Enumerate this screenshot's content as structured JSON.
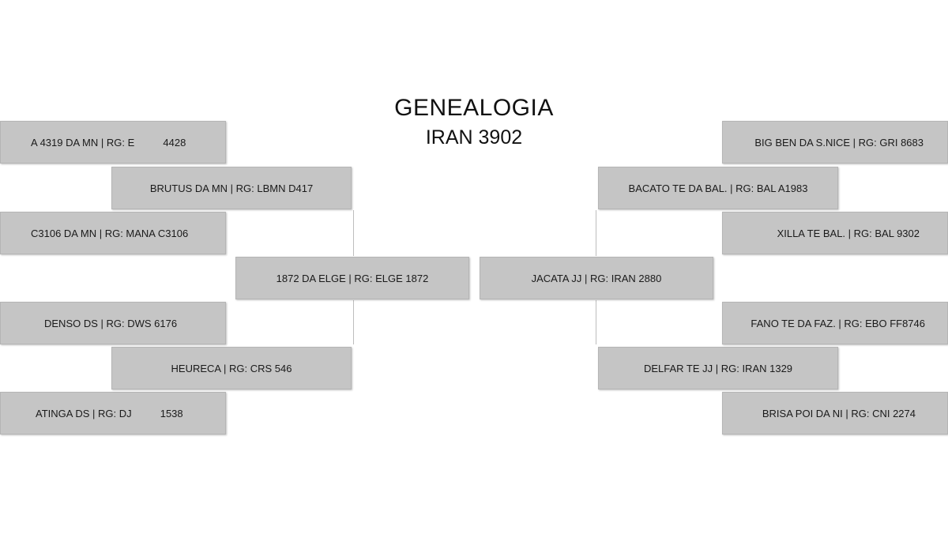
{
  "header": {
    "title": "GENEALOGIA",
    "subtitle": "IRAN 3902"
  },
  "sire_side": {
    "parent": "1872 DA ELGE | RG: ELGE 1872",
    "grandparents": [
      "BRUTUS DA MN | RG: LBMN D417",
      "HEURECA | RG: CRS 546"
    ],
    "great_grandparents": [
      "A 4319 DA MN | RG: E          4428",
      "C3106 DA MN | RG: MANA C3106",
      "DENSO DS | RG: DWS 6176",
      "ATINGA DS | RG: DJ          1538"
    ]
  },
  "dam_side": {
    "parent": "JACATA JJ | RG: IRAN 2880",
    "grandparents": [
      "BACATO TE DA BAL. | RG: BAL A1983",
      "DELFAR TE JJ | RG: IRAN 1329"
    ],
    "great_grandparents": [
      "BIG BEN DA S.NICE | RG: GRI 8683",
      "XILLA TE BAL. | RG: BAL 9302",
      "FANO TE DA FAZ. | RG: EBO FF8746",
      "BRISA POI DA NI | RG: CNI 2274"
    ]
  }
}
